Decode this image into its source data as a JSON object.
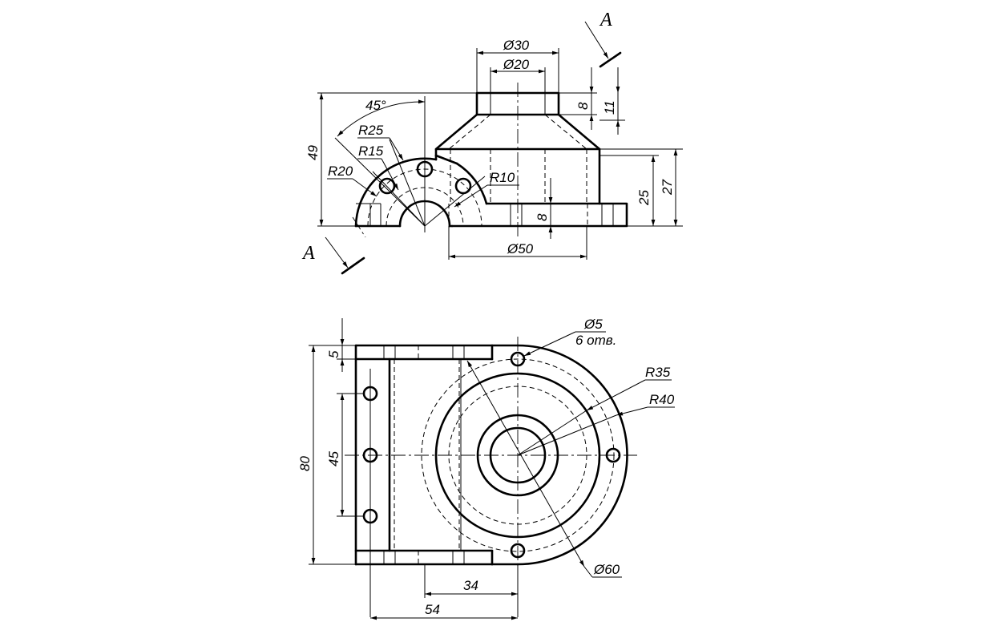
{
  "drawing": {
    "section_mark": "A",
    "front_view": {
      "dims": {
        "d30": "Ø30",
        "d20": "Ø20",
        "angle45": "45°",
        "r25": "R25",
        "r15": "R15",
        "r20": "R20",
        "r10": "R10",
        "h49": "49",
        "h8_top": "8",
        "h11": "11",
        "h25": "25",
        "h27": "27",
        "h8_base": "8",
        "d50": "Ø50"
      }
    },
    "top_view": {
      "dims": {
        "d5": "Ø5",
        "holes_note": "6 отв.",
        "r35": "R35",
        "r40": "R40",
        "h5": "5",
        "h80": "80",
        "h45": "45",
        "d60": "Ø60",
        "w34": "34",
        "w54": "54"
      }
    }
  }
}
